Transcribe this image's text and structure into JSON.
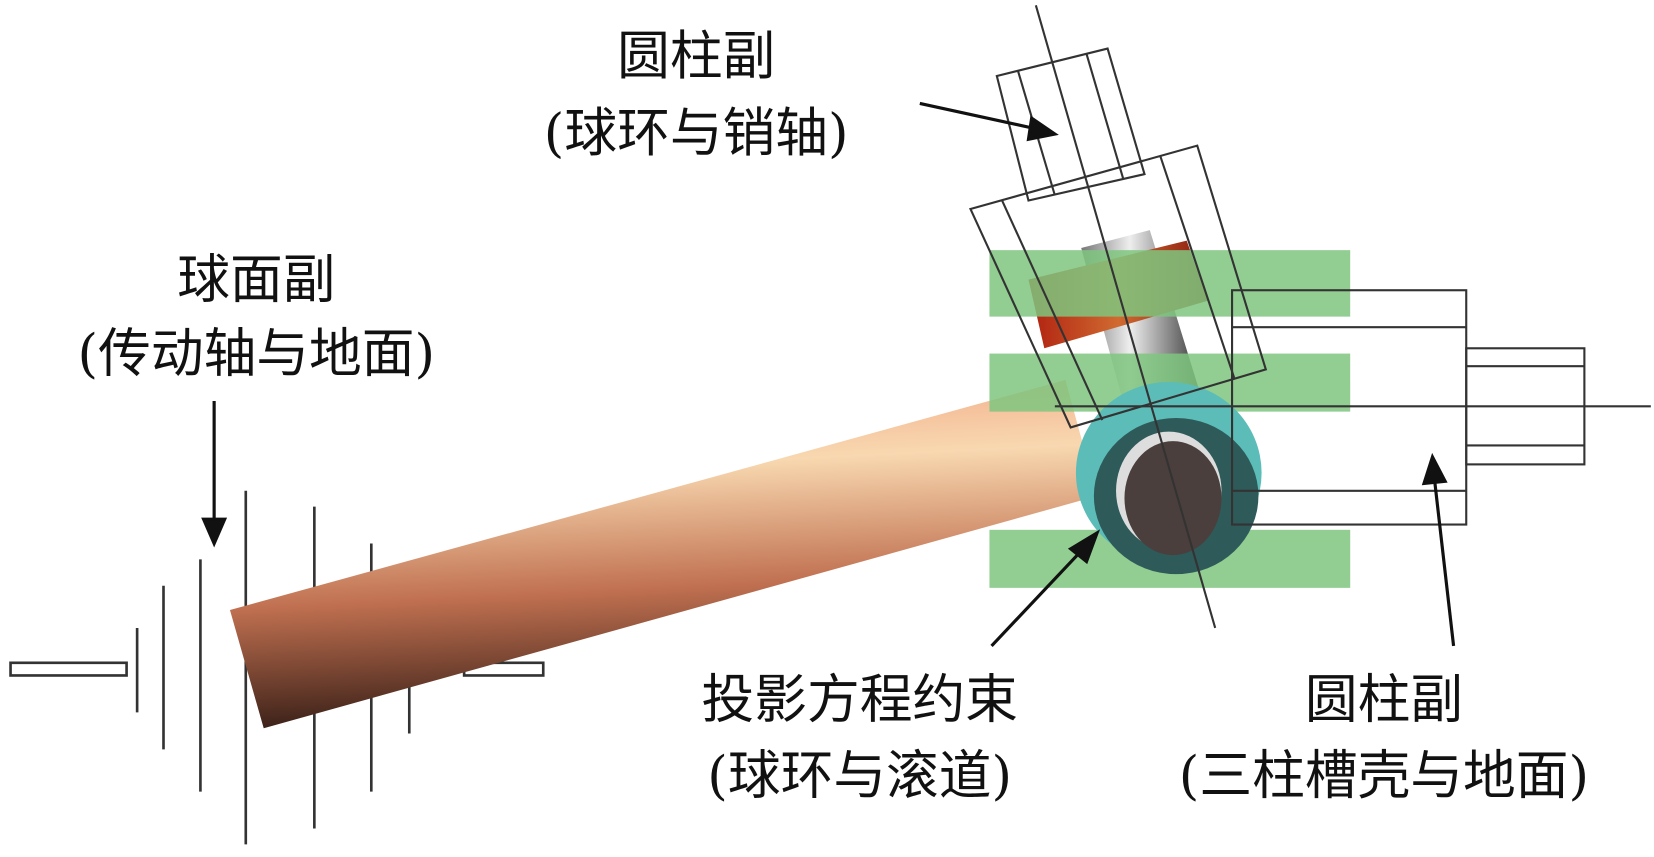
{
  "labels": {
    "spherical_pair": {
      "title": "球面副",
      "sub": "(传动轴与地面)"
    },
    "cyl_pair_top": {
      "title": "圆柱副",
      "sub": "(球环与销轴)"
    },
    "projection": {
      "title": "投影方程约束",
      "sub": "(球环与滚道)"
    },
    "cyl_pair_right": {
      "title": "圆柱副",
      "sub": "(三柱槽壳与地面)"
    }
  },
  "colors": {
    "band": "#7fc67f",
    "ring": "#5bbcb8",
    "shaft": "#e8a080"
  }
}
